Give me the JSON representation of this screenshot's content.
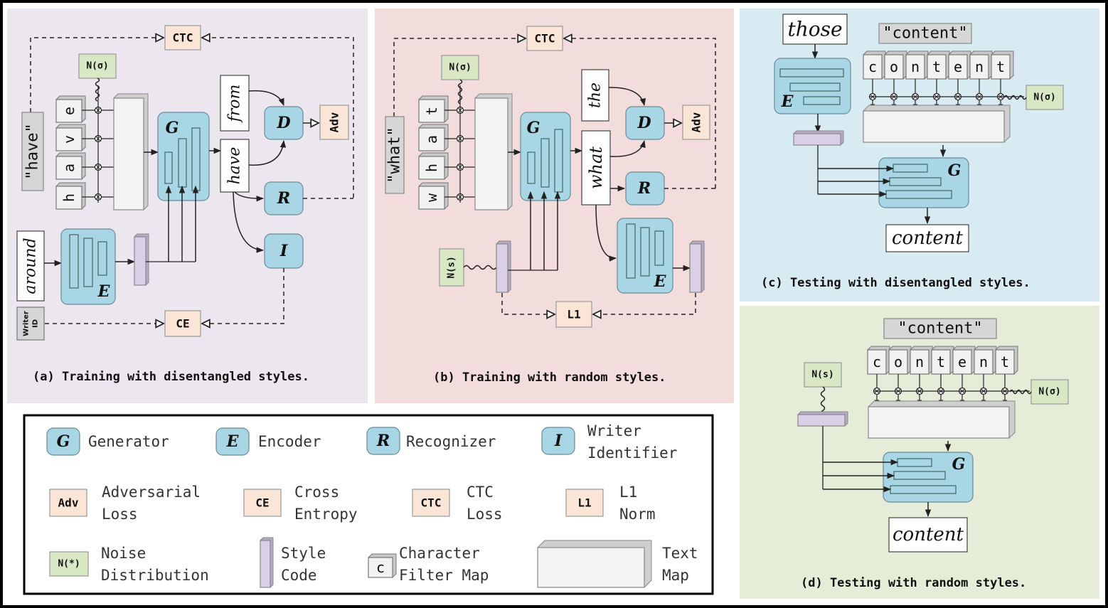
{
  "panels": {
    "a": {
      "caption": "(a) Training with disentangled styles.",
      "word": "\"have\"",
      "chars": [
        "e",
        "v",
        "a",
        "h"
      ],
      "hand_input": "around",
      "hand_output": "have",
      "hand_ref": "from"
    },
    "b": {
      "caption": "(b) Training with random styles.",
      "word": "\"what\"",
      "chars": [
        "t",
        "a",
        "h",
        "w"
      ],
      "hand_output": "what",
      "hand_ref": "the"
    },
    "c": {
      "caption": "(c) Testing with disentangled styles.",
      "word": "\"content\"",
      "chars": [
        "c",
        "o",
        "n",
        "t",
        "e",
        "n",
        "t"
      ],
      "hand_input": "those",
      "hand_output": "content"
    },
    "d": {
      "caption": "(d) Testing with random styles.",
      "word": "\"content\"",
      "chars": [
        "c",
        "o",
        "n",
        "t",
        "e",
        "n",
        "t"
      ],
      "hand_output": "content"
    }
  },
  "modules": {
    "G": "G",
    "E": "E",
    "R": "R",
    "I": "I",
    "D": "D"
  },
  "losses": {
    "ctc": "CTC",
    "adv": "Adv",
    "ce": "CE",
    "l1": "L1"
  },
  "noise": {
    "sigma": "N(σ)",
    "s": "N(s)"
  },
  "writer_id": [
    "Writer",
    "ID"
  ],
  "legend": {
    "generator": "Generator",
    "encoder": "Encoder",
    "recognizer": "Recognizer",
    "writer_identifier": [
      "Writer",
      "Identifier"
    ],
    "adversarial_loss": [
      "Adversarial",
      "Loss"
    ],
    "cross_entropy": [
      "Cross",
      "Entropy"
    ],
    "ctc_loss": [
      "CTC",
      "Loss"
    ],
    "l1_norm": [
      "L1",
      "Norm"
    ],
    "noise_dist": [
      "Noise",
      "Distribution"
    ],
    "noise_symbol": "N(*)",
    "style_code": [
      "Style",
      "Code"
    ],
    "char_filter": [
      "Character",
      "Filter Map"
    ],
    "char_filter_symbol": "c",
    "text_map": [
      "Text",
      "Map"
    ]
  },
  "colors": {
    "panel_a": "#ece7ef",
    "panel_b": "#f2dcdc",
    "panel_c": "#d9ebf2",
    "panel_d": "#e5edd9",
    "module": "#a9d6e5",
    "loss": "#fbe5d6",
    "noise": "#d9e8c4",
    "style": "#d9d0e6",
    "grey": "#d6d6d6"
  }
}
